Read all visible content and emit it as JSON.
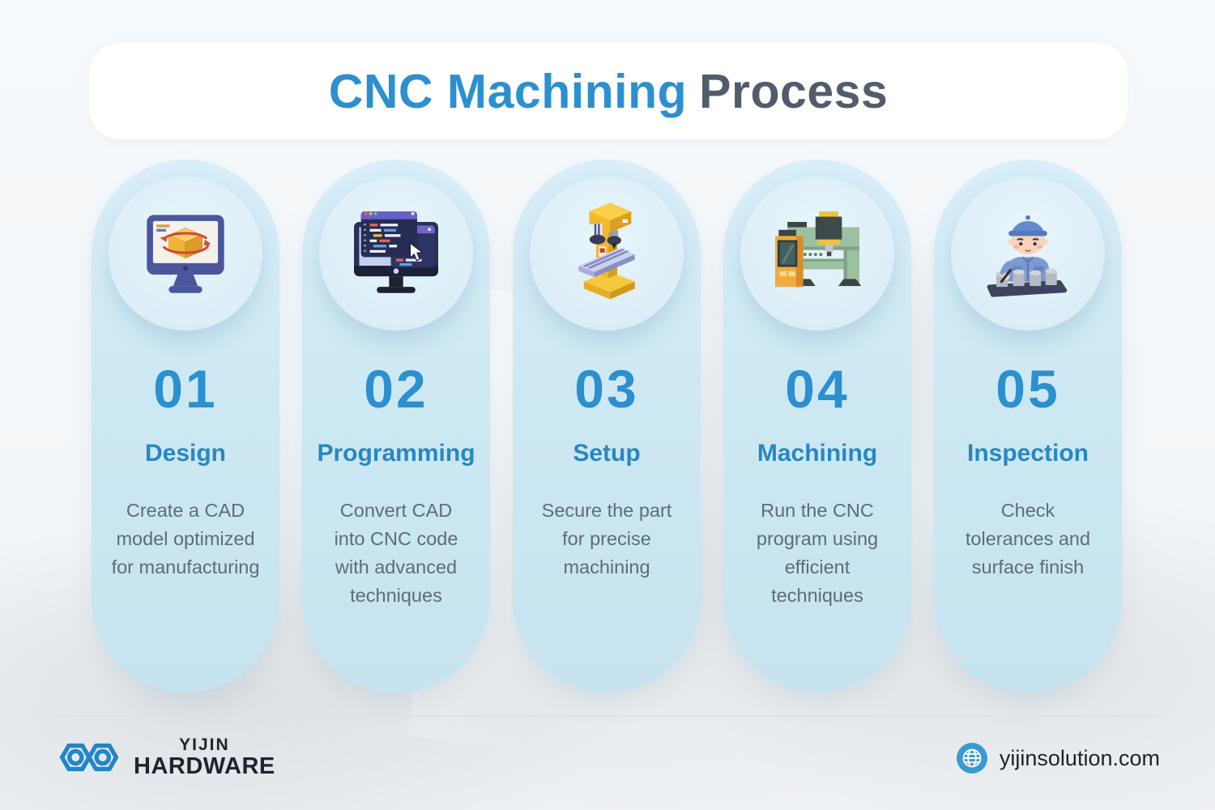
{
  "title": {
    "highlight": "CNC Machining",
    "rest": "Process"
  },
  "steps": [
    {
      "number": "01",
      "title": "Design",
      "icon": "cad-design-monitor-icon",
      "description": "Create a CAD model optimized for manufacturing",
      "lines": [
        "Create a CAD",
        "model optimized",
        "for manufacturing"
      ]
    },
    {
      "number": "02",
      "title": "Programming",
      "icon": "code-programming-monitor-icon",
      "description": "Convert CAD into CNC code with advanced techniques",
      "lines": [
        "Convert CAD",
        "into CNC code",
        "with advanced",
        "techniques"
      ]
    },
    {
      "number": "03",
      "title": "Setup",
      "icon": "drill-press-machine-icon",
      "description": "Secure the part for precise machining",
      "lines": [
        "Secure the part",
        "for precise",
        "machining"
      ]
    },
    {
      "number": "04",
      "title": "Machining",
      "icon": "cnc-machine-icon",
      "description": "Run the CNC program using efficient techniques",
      "lines": [
        "Run the CNC",
        "program using",
        "efficient",
        "techniques"
      ]
    },
    {
      "number": "05",
      "title": "Inspection",
      "icon": "inspection-worker-icon",
      "description": "Check tolerances and surface finish",
      "lines": [
        "Check",
        "tolerances and",
        "surface finish"
      ]
    }
  ],
  "footer": {
    "logo_icon": "yijin-infinity-logo-icon",
    "brand_line1": "YIJIN",
    "brand_line2": "HARDWARE",
    "globe_icon": "globe-icon",
    "website": "yijinsolution.com"
  },
  "colors": {
    "accent_blue": "#2b90cf",
    "title_dark": "#515c6c",
    "card_background": "#cde8f3",
    "description_text": "#5d6c7b",
    "logo_blue": "#2186c8",
    "globe_blue": "#3a99d3"
  }
}
